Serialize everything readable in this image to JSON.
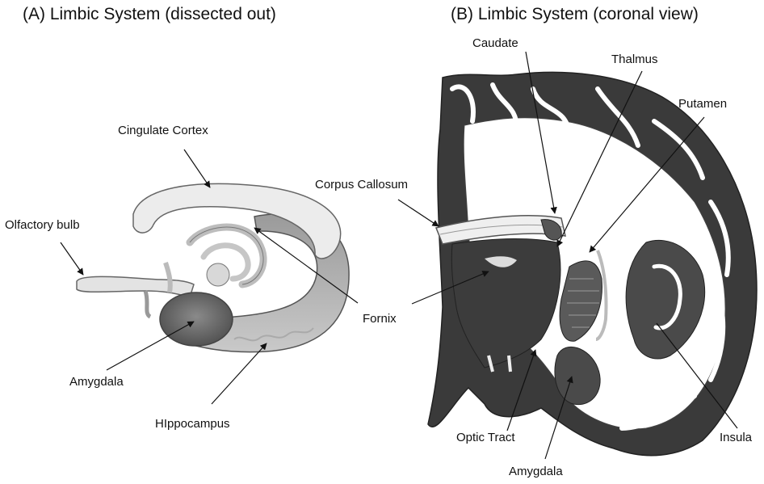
{
  "panel_a": {
    "title": "(A)  Limbic System (dissected out)",
    "labels": {
      "cingulate": "Cingulate Cortex",
      "olfactory": "Olfactory bulb",
      "amygdala": "Amygdala",
      "hippocampus": "HIppocampus"
    }
  },
  "panel_b": {
    "title": "(B)  Limbic System (coronal view)",
    "labels": {
      "caudate": "Caudate",
      "thalmus": "Thalmus",
      "putamen": "Putamen",
      "corpus_callosum": "Corpus Callosum",
      "optic_tract": "Optic Tract",
      "insula": "Insula",
      "amygdala": "Amygdala"
    }
  },
  "shared": {
    "fornix": "Fornix"
  }
}
